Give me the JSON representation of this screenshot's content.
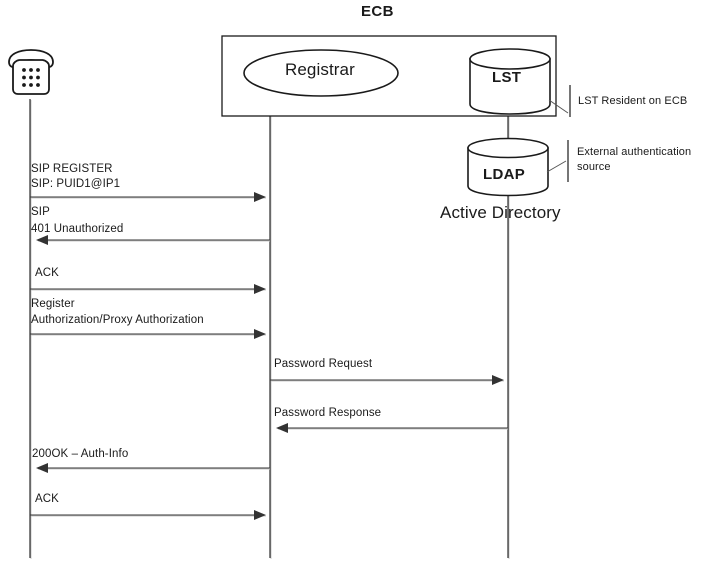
{
  "diagram": {
    "title": "ECB",
    "nodes": {
      "phone": {
        "icon": "desk-phone-icon"
      },
      "registrar": {
        "label": "Registrar"
      },
      "lst": {
        "label": "LST"
      },
      "ldap": {
        "label": "LDAP"
      },
      "active_directory": {
        "label": "Active Directory"
      }
    },
    "notes": [
      {
        "id": "lst-note",
        "text": "LST Resident on ECB"
      },
      {
        "id": "ldap-note-line1",
        "text": "External authentication"
      },
      {
        "id": "ldap-note-line2",
        "text": "source"
      }
    ],
    "messages": [
      {
        "id": "m1",
        "lines": [
          "SIP REGISTER",
          "SIP: PUID1@IP1"
        ],
        "direction": "right",
        "from": "phone",
        "to": "registrar"
      },
      {
        "id": "m2",
        "lines": [
          "SIP",
          "401 Unauthorized"
        ],
        "direction": "left",
        "from": "registrar",
        "to": "phone"
      },
      {
        "id": "m3",
        "lines": [
          "ACK"
        ],
        "direction": "right",
        "from": "phone",
        "to": "registrar"
      },
      {
        "id": "m4",
        "lines": [
          "Register",
          "Authorization/Proxy Authorization"
        ],
        "direction": "right",
        "from": "phone",
        "to": "registrar"
      },
      {
        "id": "m5",
        "lines": [
          "Password Request"
        ],
        "direction": "right",
        "from": "registrar",
        "to": "ldap"
      },
      {
        "id": "m6",
        "lines": [
          "Password Response"
        ],
        "direction": "left",
        "from": "ldap",
        "to": "registrar"
      },
      {
        "id": "m7",
        "lines": [
          "200OK – Auth-Info"
        ],
        "direction": "left",
        "from": "registrar",
        "to": "phone"
      },
      {
        "id": "m8",
        "lines": [
          "ACK"
        ],
        "direction": "right",
        "from": "phone",
        "to": "registrar"
      }
    ],
    "colors": {
      "stroke": "#1a1a1a",
      "shadow": "#c8c8c8",
      "background": "#ffffff"
    }
  }
}
